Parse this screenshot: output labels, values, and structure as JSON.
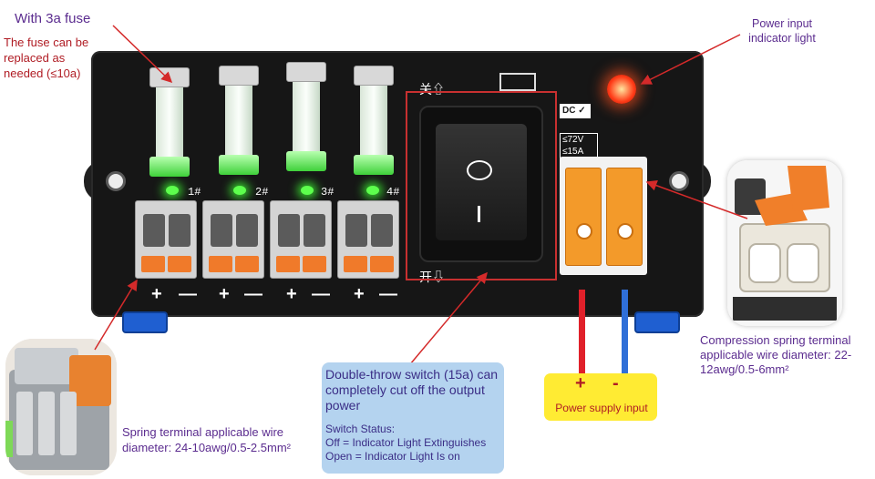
{
  "annotations": {
    "fuse_title": "With 3a fuse",
    "fuse_note": "The fuse can be replaced as needed (≤10a)",
    "power_light": "Power input indicator light",
    "compression_terminal": "Compression spring terminal applicable wire diameter: 22-12awg/0.5-6mm²",
    "spring_terminal": "Spring terminal applicable wire diameter: 24-10awg/0.5-2.5mm²",
    "switch_main": "Double-throw switch (15a) can completely cut off the output power",
    "switch_status_title": "Switch Status:",
    "switch_status_off": "Off = Indicator Light Extinguishes",
    "switch_status_open": "Open = Indicator Light Is on",
    "psu_plus": "+",
    "psu_minus": "-",
    "psu_label": "Power supply input"
  },
  "device": {
    "fuse_numbers": [
      "1#",
      "2#",
      "3#",
      "4#"
    ],
    "terminal_plus": "+",
    "terminal_minus": "—",
    "switch_off_label": "关⇧",
    "switch_on_label": "开⇩",
    "rocker_on_symbol": "O",
    "dc_badge": "DC ✓",
    "rating_voltage": "≤72V",
    "rating_current": "≤15A"
  },
  "colors": {
    "annotation_purple": "#5b2c8f",
    "annotation_red": "#b01c24",
    "arrow_red": "#d42a2a",
    "note_box_blue": "#b4d3ef",
    "psu_box_yellow": "#ffeb33",
    "indicator_green": "#5dff4d",
    "indicator_red": "#ff3c18",
    "terminal_orange": "#f39a2a"
  }
}
